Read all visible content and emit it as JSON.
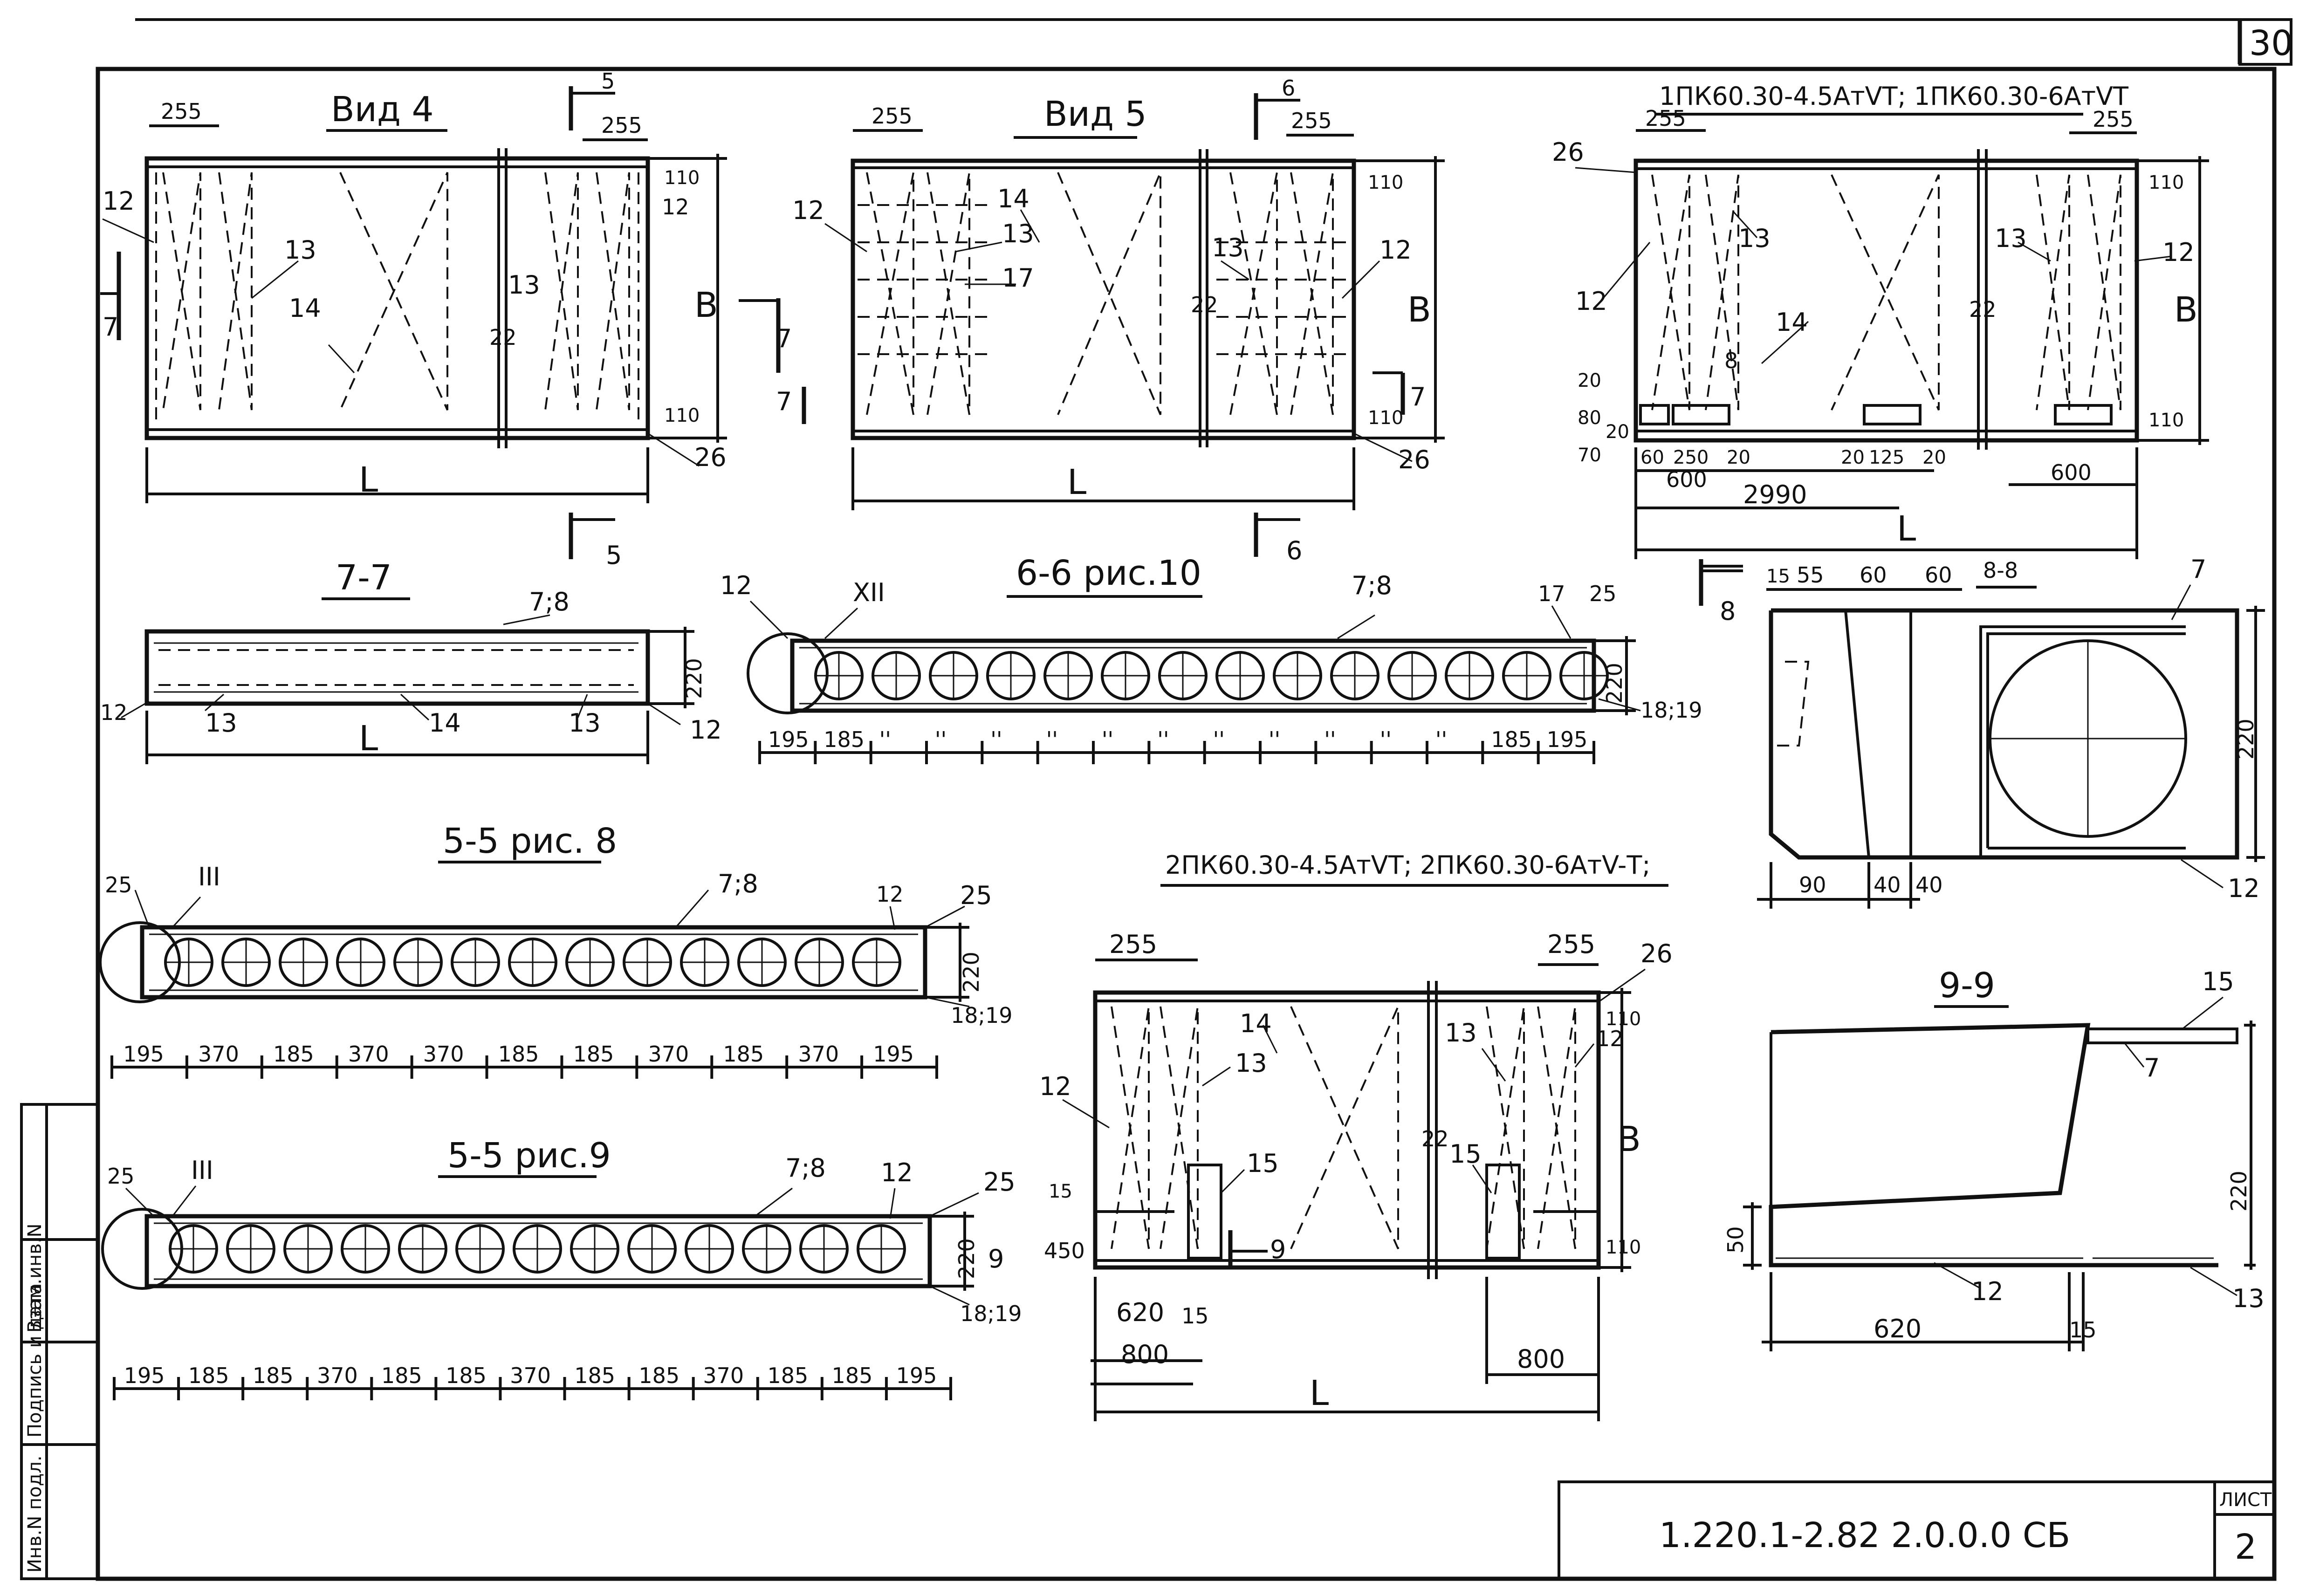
{
  "sheet": {
    "page_number": "30",
    "code": "1.220.1-2.82 2.0.0.0 СБ",
    "list_label": "ЛИСТ",
    "list_number": "2",
    "side_stamp": [
      "Инв.N подл.",
      "Подпись и дата",
      "Взам.инв.N"
    ]
  },
  "views": {
    "vid4": {
      "title": "Вид 4",
      "labels": {
        "d255a": "255",
        "d255b": "255",
        "n12a": "12",
        "n13a": "13",
        "n14": "14",
        "n13b": "13",
        "n12b": "12",
        "n22": "22",
        "d110a": "110",
        "d110b": "110",
        "n26": "26",
        "B": "В",
        "L": "L",
        "s5top": "5",
        "s5bot": "5",
        "s7": "7"
      }
    },
    "vid5": {
      "title": "Вид 5",
      "labels": {
        "d255a": "255",
        "d255b": "255",
        "n12a": "12",
        "n14": "14",
        "n13a": "13",
        "n17": "17",
        "n13b": "13",
        "n12b": "12",
        "n22": "22",
        "d110a": "110",
        "d110b": "110",
        "n26": "26",
        "B": "В",
        "L": "L",
        "s6top": "6",
        "s6bot": "6",
        "s7a": "7",
        "s7b": "7",
        "s7c": "7"
      }
    },
    "pk_top": {
      "title": "1ПК60.30-4.5АтVТ; 1ПК60.30-6АтVТ",
      "labels": {
        "d255a": "255",
        "d255b": "255",
        "n26": "26",
        "n12a": "12",
        "n13a": "13",
        "n14": "14",
        "n13b": "13",
        "n12b": "12",
        "n22": "22",
        "n8": "8",
        "d110a": "110",
        "d110b": "110",
        "B": "В",
        "d20a": "20",
        "d80": "80",
        "d70": "70",
        "d20b": "20",
        "d60": "60",
        "d250": "250",
        "d20c": "20",
        "d600a": "600",
        "d20d": "20",
        "d125": "125",
        "d20e": "20",
        "d2990": "2990",
        "d600b": "600",
        "L": "L"
      }
    },
    "sec77": {
      "title": "7-7",
      "labels": {
        "n78": "7;8",
        "n12a": "12",
        "n13a": "13",
        "n14": "14",
        "n13b": "13",
        "n12b": "12",
        "d220": "220",
        "L": "L"
      }
    },
    "sec66": {
      "title": "6-6 рис.10",
      "labels": {
        "n12": "12",
        "nXII": "XII",
        "n78": "7;8",
        "n17": "17",
        "n25": "25",
        "d220": "220",
        "n1819": "18;19"
      },
      "dims": [
        "195",
        "185",
        "''",
        "''",
        "''",
        "''",
        "''",
        "''",
        "''",
        "''",
        "''",
        "''",
        "''",
        "185",
        "195"
      ]
    },
    "sec88": {
      "title": "8-8",
      "labels": {
        "s8": "8",
        "d15": "15",
        "d55": "55",
        "d60a": "60",
        "d60b": "60",
        "n7": "7",
        "d220": "220",
        "d90": "90",
        "d40a": "40",
        "d40b": "40",
        "n12": "12"
      }
    },
    "sec55a": {
      "title": "5-5 рис. 8",
      "labels": {
        "n25a": "25",
        "nIII": "III",
        "n78": "7;8",
        "n12": "12",
        "n25b": "25",
        "d220": "220",
        "n1819": "18;19"
      },
      "dims": [
        "195",
        "370",
        "185",
        "370",
        "370",
        "185",
        "185",
        "370",
        "185",
        "370",
        "195"
      ]
    },
    "sec55b": {
      "title": "5-5 рис.9",
      "labels": {
        "n25a": "25",
        "nIII": "III",
        "n78": "7;8",
        "n12": "12",
        "n25b": "25",
        "d220": "220",
        "s9": "9",
        "n1819": "18;19"
      },
      "dims": [
        "195",
        "185",
        "185",
        "370",
        "185",
        "185",
        "370",
        "185",
        "185",
        "370",
        "185",
        "185",
        "195"
      ]
    },
    "pk_bottom": {
      "title": "2ПК60.30-4.5АтVТ; 2ПК60.30-6АтV-Т;",
      "labels": {
        "d255a": "255",
        "d255b": "255",
        "n26": "26",
        "n12a": "12",
        "n14": "14",
        "n13a": "13",
        "n13b": "13",
        "n12b": "12",
        "n15a": "15",
        "n15b": "15",
        "n22": "22",
        "d110a": "110",
        "d110b": "110",
        "B": "В",
        "d15a": "15",
        "d450": "450",
        "s9": "9",
        "d620": "620",
        "d15b": "15",
        "d800a": "800",
        "d800b": "800",
        "L": "L"
      }
    },
    "sec99": {
      "title": "9-9",
      "labels": {
        "n15": "15",
        "n7": "7",
        "d220": "220",
        "d50": "50",
        "n12": "12",
        "n13": "13",
        "d620": "620",
        "d15": "15"
      }
    }
  },
  "colors": {
    "ink": "#111111",
    "paper": "#ffffff"
  }
}
